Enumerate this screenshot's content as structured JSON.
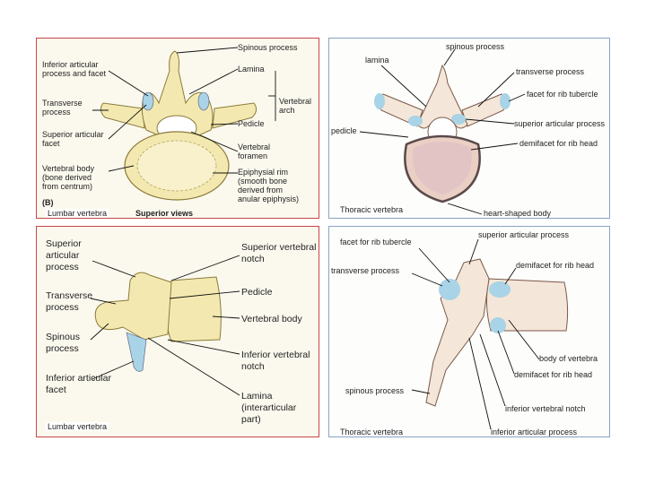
{
  "panels": {
    "lumbar_superior": {
      "labels": {
        "spinous_process": "Spinous process",
        "inferior_articular": [
          "Inferior articular",
          "process and facet"
        ],
        "lamina": "Lamina",
        "transverse_process": [
          "Transverse",
          "process"
        ],
        "vertebral_arch": [
          "Vertebral",
          "arch"
        ],
        "pedicle": "Pedicle",
        "superior_articular_facet": [
          "Superior articular",
          "facet"
        ],
        "vertebral_foramen": [
          "Vertebral",
          "foramen"
        ],
        "vertebral_body": [
          "Vertebral body",
          "(bone derived",
          "from centrum)"
        ],
        "epiphysial_rim": [
          "Epiphysial rim",
          "(smooth bone",
          "derived from",
          "anular epiphysis)"
        ],
        "panel_letter": "(B)",
        "view_title": "Superior views"
      },
      "caption": "Lumbar vertebra"
    },
    "thoracic_superior": {
      "labels": {
        "spinous_process": "spinous process",
        "lamina": "lamina",
        "transverse_process": "transverse process",
        "facet_rib_tubercle": "facet for rib tubercle",
        "superior_articular_process": "superior articular process",
        "pedicle": "pedicle",
        "demifacet_rib_head": "demifacet for rib head",
        "heart_shaped_body": "heart-shaped body"
      },
      "caption": "Thoracic vertebra"
    },
    "lumbar_lateral": {
      "labels": {
        "superior_articular_process": [
          "Superior",
          "articular",
          "process"
        ],
        "superior_vertebral_notch": [
          "Superior vertebral",
          "notch"
        ],
        "transverse_process": [
          "Transverse",
          "process"
        ],
        "pedicle": "Pedicle",
        "spinous_process": [
          "Spinous",
          "process"
        ],
        "vertebral_body": "Vertebral body",
        "inferior_articular_facet": [
          "Inferior articular",
          "facet"
        ],
        "inferior_vertebral_notch": [
          "Inferior vertebral",
          "notch"
        ],
        "lamina": [
          "Lamina",
          "(interarticular",
          "part)"
        ]
      },
      "caption": "Lumbar vertebra"
    },
    "thoracic_lateral": {
      "labels": {
        "facet_rib_tubercle": "facet for rib tubercle",
        "superior_articular_process": "superior articular process",
        "transverse_process": "transverse process",
        "demifacet_rib_head_top": "demifacet for rib head",
        "body_of_vertebra": "body of vertebra",
        "demifacet_rib_head_bottom": "demifacet for rib head",
        "spinous_process": "spinous process",
        "inferior_vertebral_notch": "inferior vertebral notch",
        "inferior_articular_process": "inferior articular process"
      },
      "caption": "Thoracic vertebra"
    }
  },
  "colors": {
    "bone_lumbar": "#f3e9b0",
    "bone_thoracic": "#f4e6d8",
    "facet_blue": "#a9d3e6",
    "foramen": "#ffffff",
    "lumbar_border": "#c8464a",
    "thoracic_border": "#8aa3c4"
  }
}
